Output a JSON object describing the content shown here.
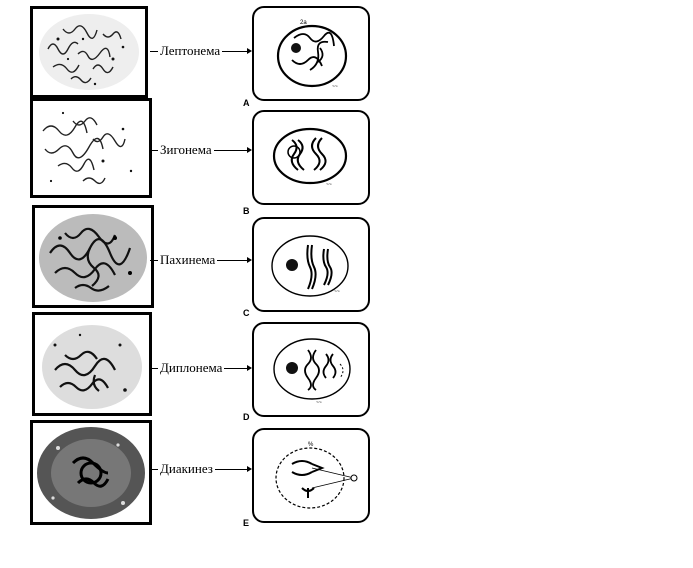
{
  "stages": [
    {
      "name": "Лептонема",
      "letter": "A"
    },
    {
      "name": "Зигонема",
      "letter": "B"
    },
    {
      "name": "Пахинема",
      "letter": "C"
    },
    {
      "name": "Диплонема",
      "letter": "D"
    },
    {
      "name": "Диакинез",
      "letter": "E"
    }
  ]
}
